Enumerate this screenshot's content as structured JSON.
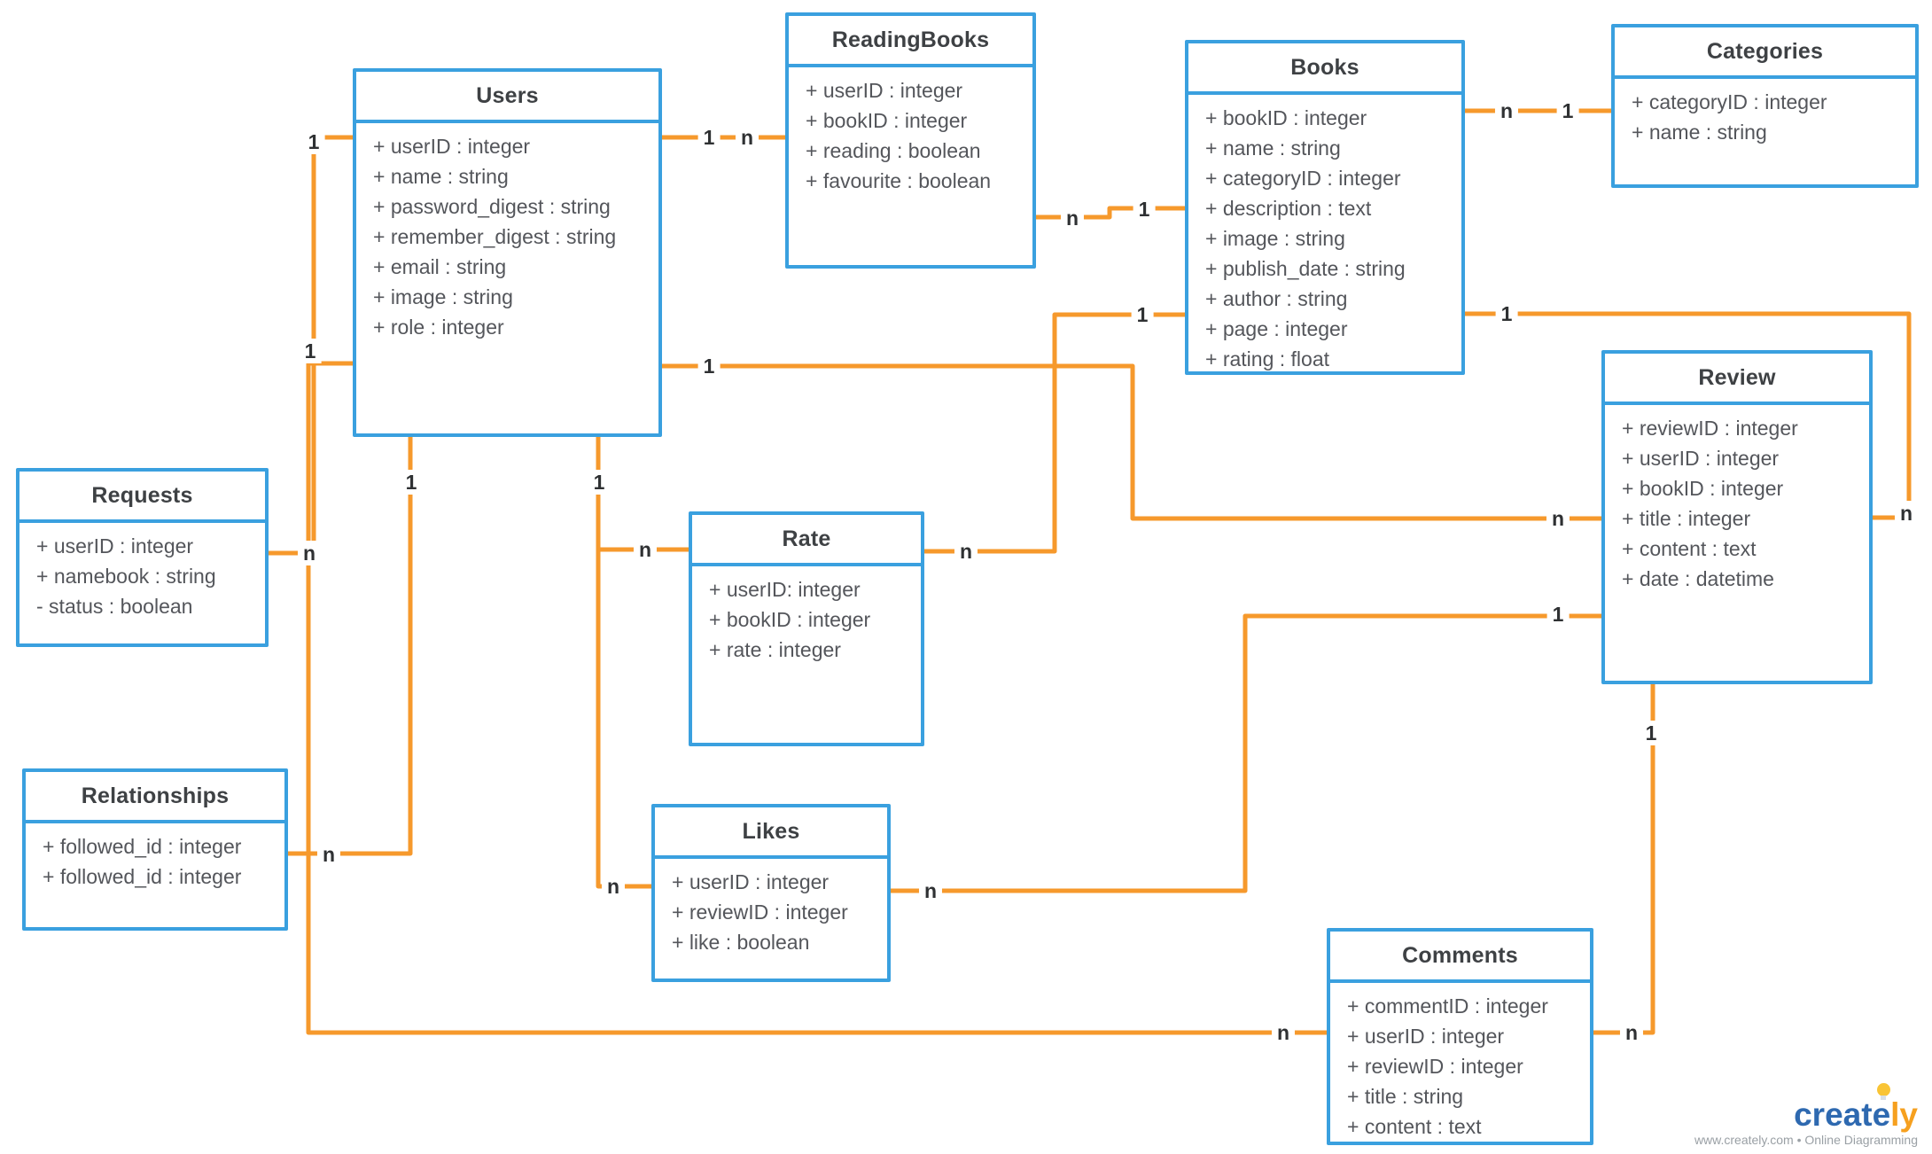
{
  "diagram": {
    "entities": {
      "users": {
        "title": "Users",
        "attributes": [
          "+ userID : integer",
          "+ name : string",
          "+ password_digest : string",
          "+ remember_digest : string",
          "+ email : string",
          "+ image : string",
          "+ role : integer"
        ]
      },
      "readingbooks": {
        "title": "ReadingBooks",
        "attributes": [
          "+ userID : integer",
          "+ bookID : integer",
          "+ reading : boolean",
          "+ favourite : boolean"
        ]
      },
      "books": {
        "title": "Books",
        "attributes": [
          "+ bookID : integer",
          "+ name : string",
          "+ categoryID : integer",
          "+ description : text",
          "+ image : string",
          "+ publish_date : string",
          "+ author : string",
          "+ page : integer",
          "+ rating : float"
        ]
      },
      "categories": {
        "title": "Categories",
        "attributes": [
          "+ categoryID : integer",
          "+ name : string"
        ]
      },
      "requests": {
        "title": "Requests",
        "attributes": [
          "+ userID : integer",
          "+ namebook : string",
          "- status : boolean"
        ]
      },
      "rate": {
        "title": "Rate",
        "attributes": [
          "+ userID: integer",
          "+ bookID : integer",
          "+ rate : integer"
        ]
      },
      "review": {
        "title": "Review",
        "attributes": [
          "+ reviewID : integer",
          "+ userID : integer",
          "+ bookID : integer",
          "+ title : integer",
          "+ content : text",
          "+ date : datetime"
        ]
      },
      "relationships": {
        "title": "Relationships",
        "attributes": [
          "+ followed_id : integer",
          "+ followed_id : integer"
        ]
      },
      "likes": {
        "title": "Likes",
        "attributes": [
          "+ userID : integer",
          "+ reviewID : integer",
          "+ like : boolean"
        ]
      },
      "comments": {
        "title": "Comments",
        "attributes": [
          "+ commentID : integer",
          "+ userID : integer",
          "+ reviewID : integer",
          "+ title : string",
          "+ content : text"
        ]
      }
    },
    "cardinalities": {
      "users_readingbooks": {
        "source": "1",
        "target": "n"
      },
      "users_requests": {
        "source": "1",
        "target": "n"
      },
      "readingbooks_books": {
        "source": "n",
        "target": "1"
      },
      "books_categories": {
        "source": "n",
        "target": "1"
      },
      "books_rate": {
        "source": "1",
        "target": "n"
      },
      "books_review": {
        "source": "1",
        "target": "n"
      },
      "users_review": {
        "source": "1",
        "target": "n"
      },
      "users_comments": {
        "source": "1",
        "target": "n"
      },
      "users_relationships": {
        "source": "1",
        "target": "n"
      },
      "users_rate": {
        "source": "1",
        "target": "n"
      },
      "users_likes": {
        "target": "n"
      },
      "review_likes": {
        "source": "1",
        "target": "n"
      },
      "review_comments": {
        "source": "1",
        "target": "n"
      }
    },
    "branding": {
      "wordmark_create": "create",
      "wordmark_ly": "ly",
      "tagline": "www.creately.com • Online Diagramming"
    }
  }
}
